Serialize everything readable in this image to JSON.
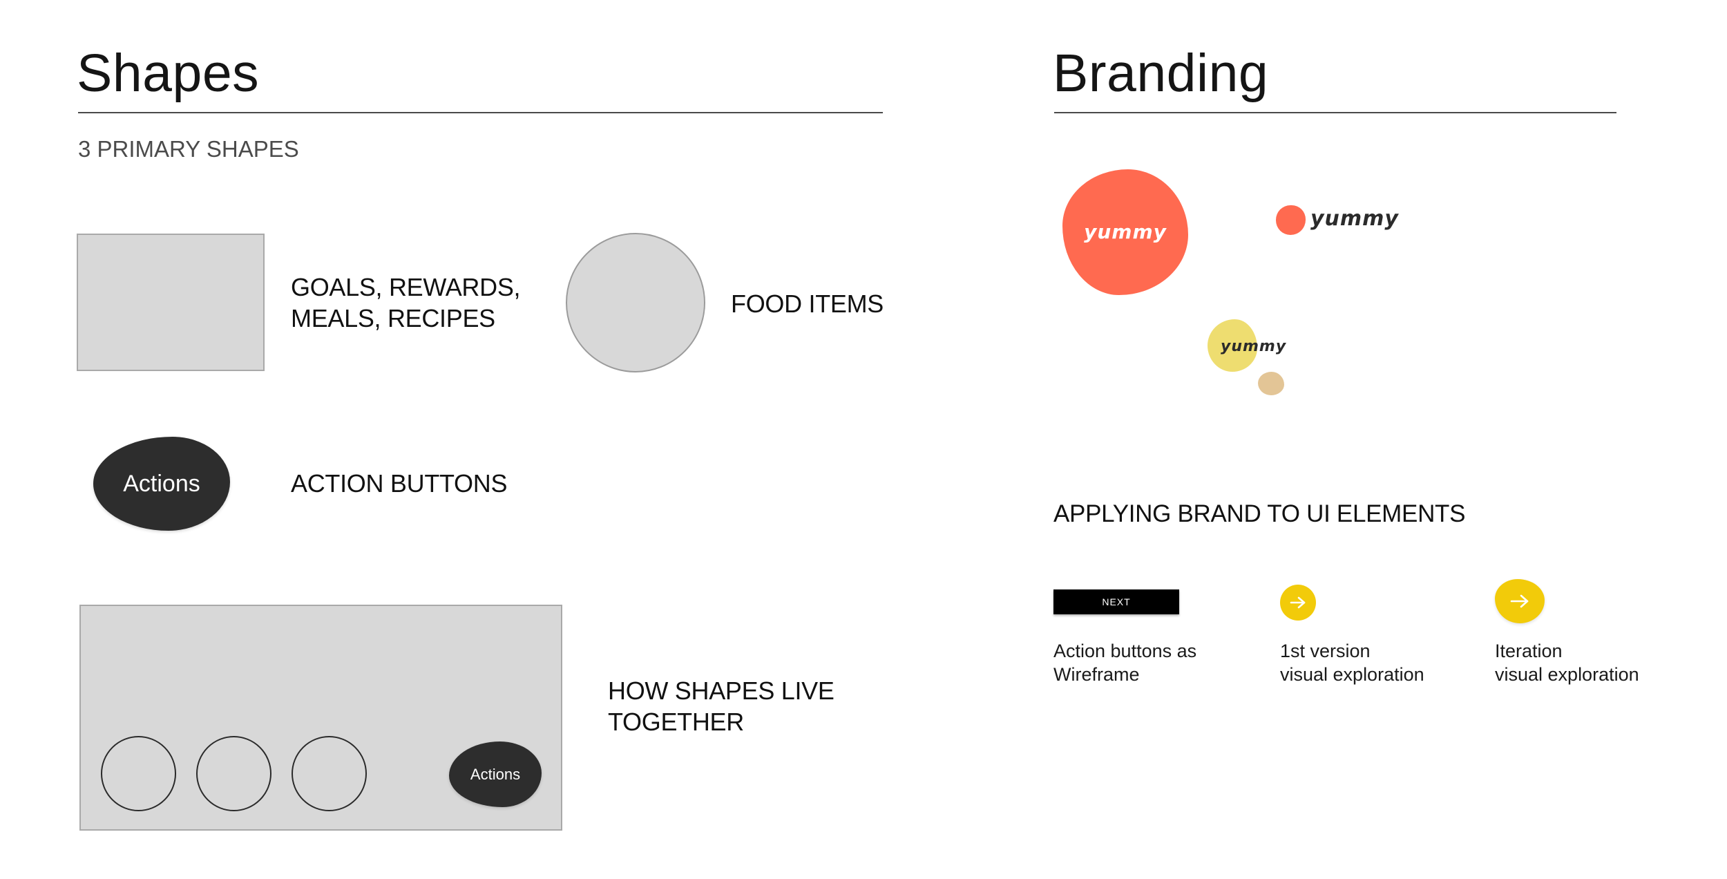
{
  "shapes": {
    "title": "Shapes",
    "subtitle": "3 PRIMARY SHAPES",
    "rect_label": "GOALS, REWARDS,\nMEALS, RECIPES",
    "circle_label": "FOOD ITEMS",
    "action_button_text": "Actions",
    "action_label": "ACTION BUTTONS",
    "together_button_text": "Actions",
    "together_label": "HOW SHAPES LIVE\nTOGETHER"
  },
  "branding": {
    "title": "Branding",
    "logo_text_large": "yummy",
    "logo_text_small": "yummy",
    "logo_text_yellow": "yummy",
    "section_heading": "APPLYING BRAND TO UI ELEMENTS",
    "wireframe_button_text": "NEXT",
    "wireframe_caption": "Action buttons as\nWireframe",
    "v1_caption": "1st version\nvisual exploration",
    "iteration_caption": "Iteration\nvisual exploration",
    "arrow_icon": "arrow-right-icon"
  },
  "colors": {
    "coral": "#ff6a50",
    "yellow_pale": "#eedd70",
    "tan": "#e3c596",
    "yellow_btn": "#f2cb0a",
    "dark": "#2d2d2d",
    "gray_shape": "#d8d8d8"
  }
}
